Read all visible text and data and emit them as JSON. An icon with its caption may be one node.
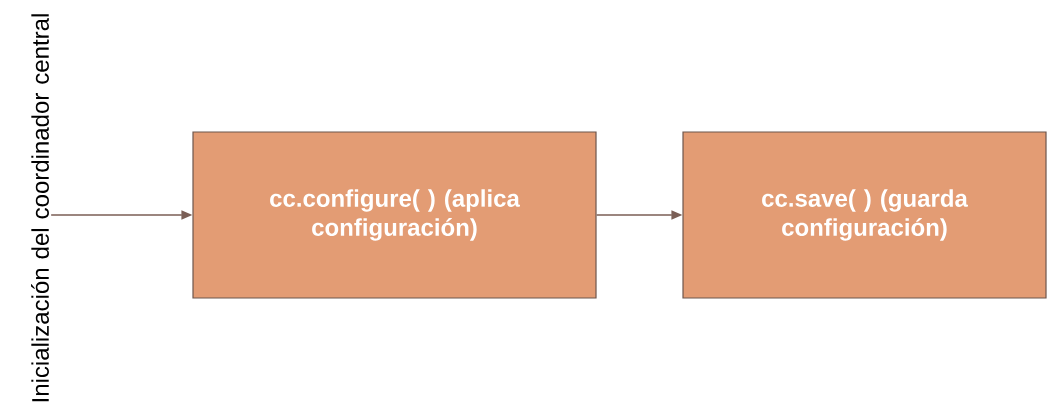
{
  "diagram": {
    "nodes": [
      {
        "text": [
          "Inicialización del coordinador central"
        ]
      },
      {
        "text": [
          "cc.configure( ) (aplica configuración)"
        ]
      },
      {
        "text": [
          "cc.save( ) (guarda configuración)"
        ]
      }
    ],
    "edges": [
      {
        "from": 0,
        "to": 1,
        "arrow": "to"
      },
      {
        "from": 1,
        "to": 2,
        "arrow": "to"
      }
    ]
  }
}
